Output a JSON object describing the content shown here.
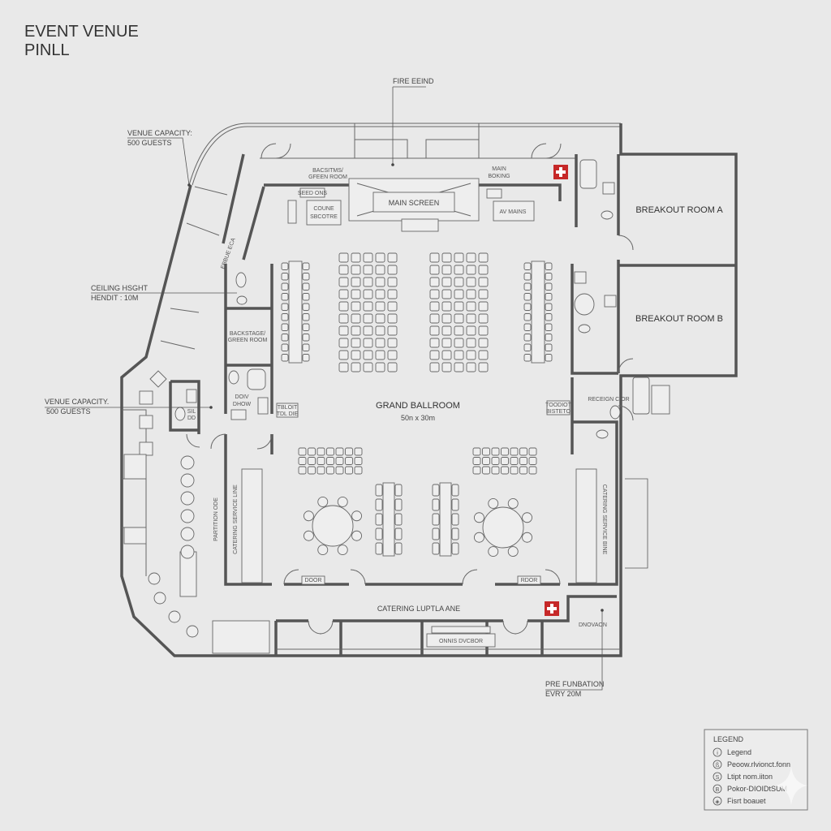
{
  "title": {
    "line1": "EVENT VENUE",
    "line2": "PINLL"
  },
  "annotations": {
    "fire": "FIRE EEIND",
    "capacity_top": [
      "VENUE CAPACITY:",
      "500 GUESTS"
    ],
    "ceiling": [
      "CEILING HSGHT",
      "HENDIT : 10M"
    ],
    "capacity_left": [
      "VENUE CAPACITY.",
      "500 GUESTS"
    ],
    "prefunction": [
      "PRE FUNBATION",
      "EVRY 20M"
    ],
    "dnovaon": "DNOVAON"
  },
  "rooms": {
    "green_room_top": [
      "BACSITMS/",
      "GFEEN ROOM"
    ],
    "main_booking": [
      "MAIN",
      "BOKING"
    ],
    "main_screen": "MAIN SCREEN",
    "seed_ons": "SEED ONS",
    "coune": [
      "COUNE",
      "SBCOTRE"
    ],
    "av_mains": "AV MAINS",
    "breakout_a": "BREAKOUT ROOM A",
    "breakout_b": "BREAKOUT ROOM B",
    "grand_ballroom": "GRAND BALLROOM",
    "ballroom_size": "50n x 30m",
    "backstage": [
      "BACKSTAGE/",
      "GREEN ROOM"
    ],
    "doiv": [
      "DOIV",
      "DHOW"
    ],
    "sil": [
      "SIL",
      "DD"
    ],
    "tbl": [
      "TBLOIT",
      "TDL DIE"
    ],
    "reception": "RECEIGN CIOR",
    "stereo": [
      "TOODIOT",
      "BISTETO"
    ],
    "corridor": "EBBUE ECA",
    "partition": "PARTITION ODE",
    "catering_left": "CATERING SERVICE LINE",
    "catering_right": "CATERING SERVICE BINE",
    "catering_lane": "CATERING LUPTLA ANE",
    "omnis": "ONNIS DVCBOR",
    "door_left": "DOOR",
    "door_right": "RDOR"
  },
  "legend": {
    "title": "LEGEND",
    "items": [
      {
        "icon": "i",
        "label": "Legend"
      },
      {
        "icon": "ß",
        "label": "Peoow.rlvionct.fonn"
      },
      {
        "icon": "S",
        "label": "Ltipt nom.iiton"
      },
      {
        "icon": "B",
        "label": "Pokor-DIOIDtSUM"
      },
      {
        "icon": "◈",
        "label": "Fisrt boauet"
      }
    ]
  },
  "colors": {
    "first_aid": "#c62828",
    "wall": "#555555",
    "background": "#e9e9e9"
  }
}
